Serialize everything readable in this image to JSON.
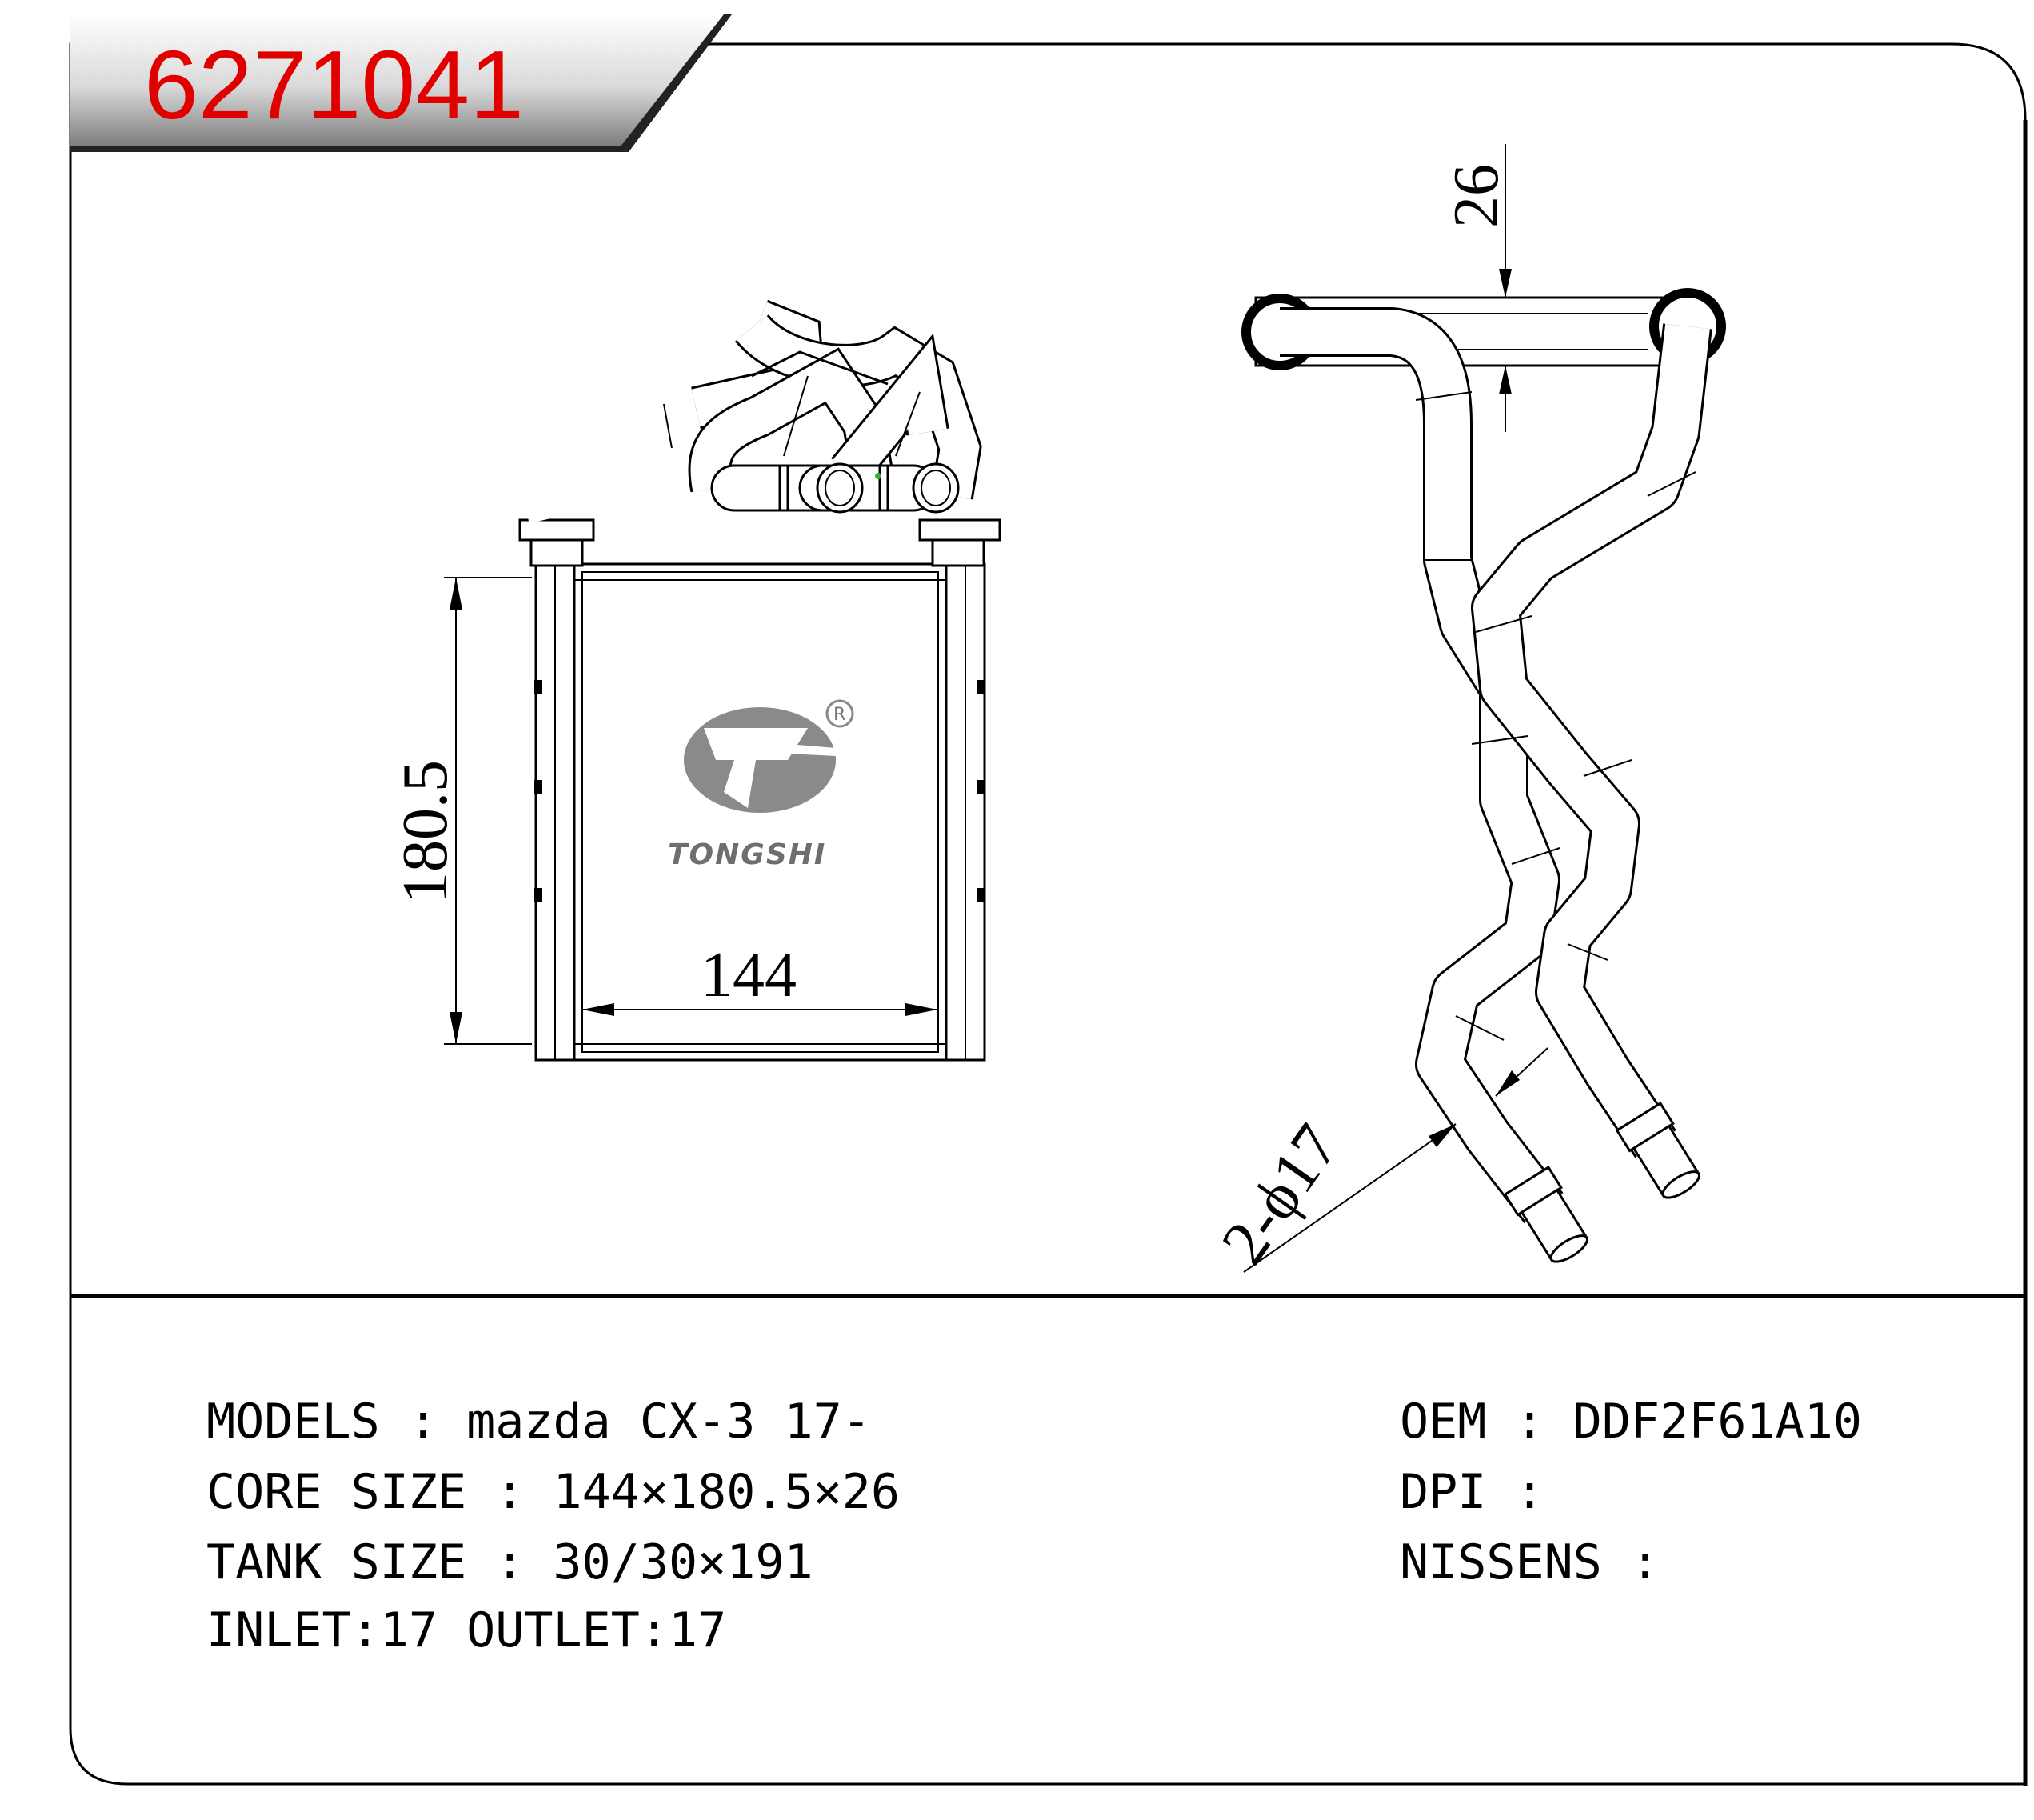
{
  "header": {
    "part_number": "6271041"
  },
  "diagram": {
    "dimensions": {
      "height": "180.5",
      "width": "144",
      "depth": "26",
      "pipe": "2-ϕ17"
    },
    "logo": {
      "brand": "TONGSHI",
      "registered_mark": "R"
    }
  },
  "specs": {
    "left": [
      "MODELS : mazda CX-3 17-",
      "CORE SIZE : 144×180.5×26",
      "TANK SIZE : 30/30×191",
      "INLET:17  OUTLET:17"
    ],
    "right": [
      "OEM : DDF2F61A10",
      "DPI :",
      "NISSENS :"
    ]
  }
}
